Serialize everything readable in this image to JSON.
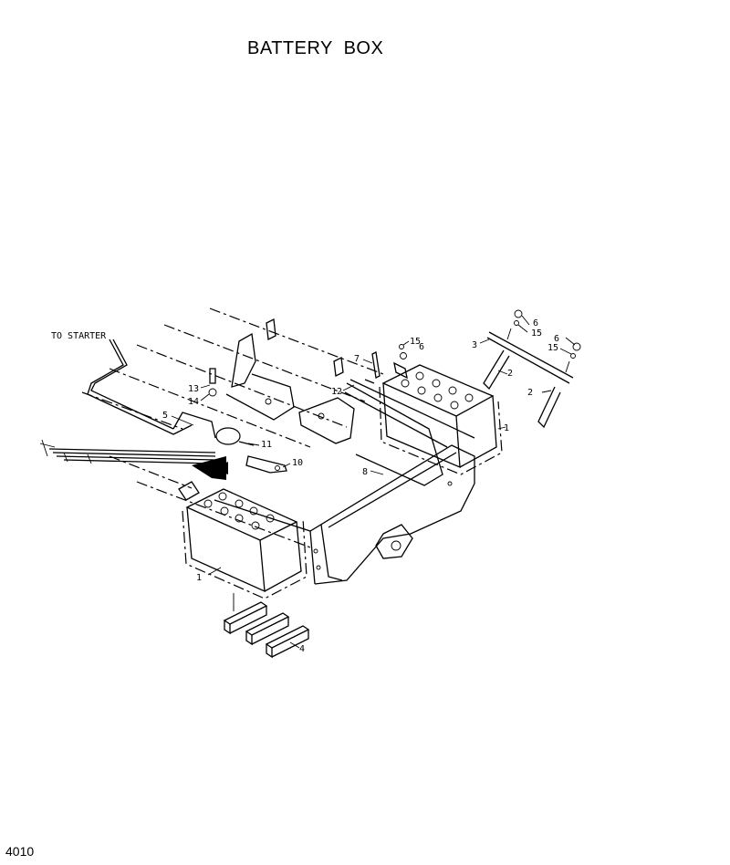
{
  "title": "BATTERY  BOX",
  "page_number": "4010",
  "labels": {
    "to_starter": "TO STARTER",
    "p1a": "1",
    "p1b": "1",
    "p2a": "2",
    "p2b": "2",
    "p3": "3",
    "p4": "4",
    "p5": "5",
    "p6a": "6",
    "p6b": "6",
    "p6c": "6",
    "p7": "7",
    "p8": "8",
    "p10": "10",
    "p11": "11",
    "p12": "12",
    "p13": "13",
    "p14": "14",
    "p15a": "15",
    "p15b": "15",
    "p15c": "15"
  }
}
